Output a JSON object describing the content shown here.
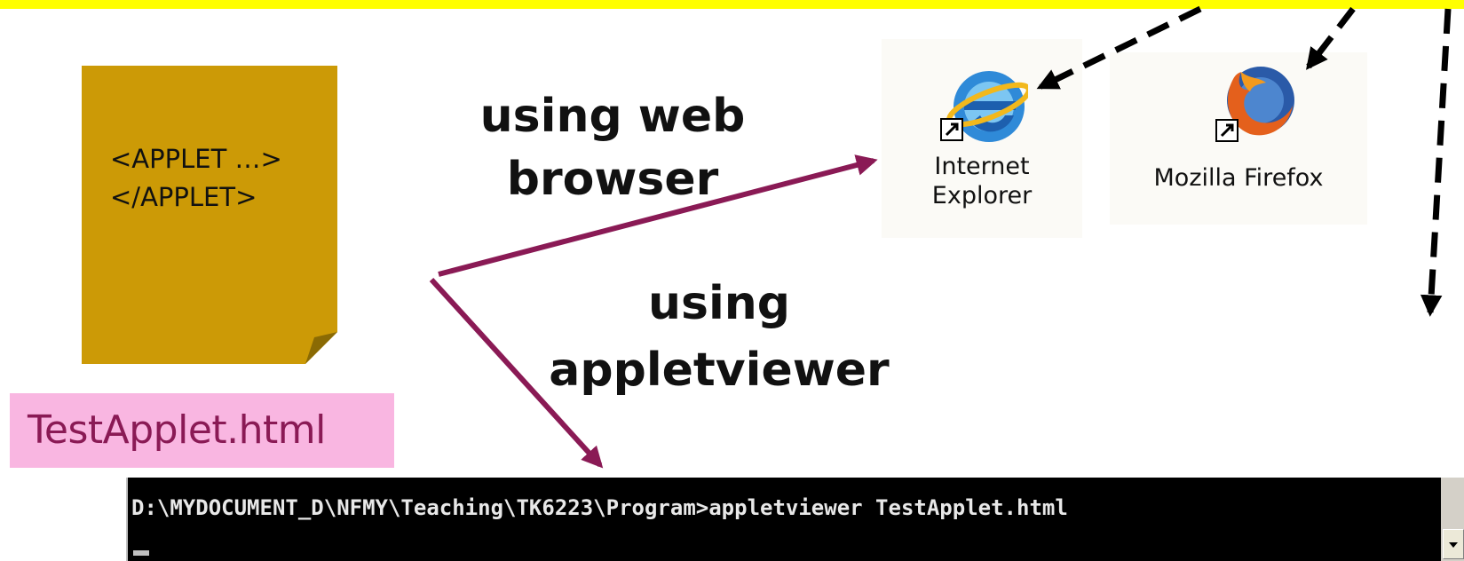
{
  "note": {
    "line1": "<APPLET …>",
    "line2": "</APPLET>",
    "color": "#cc9a06"
  },
  "file_label": {
    "text": "TestApplet.html",
    "background": "#f9b6e1",
    "color": "#8a1a55"
  },
  "labels": {
    "web_line1": "using web",
    "web_line2": "browser",
    "appletviewer_line1": "using",
    "appletviewer_line2": "appletviewer"
  },
  "browsers": [
    {
      "caption_line1": "Internet",
      "caption_line2": "Explorer",
      "icon": "internet-explorer-icon"
    },
    {
      "caption": "Mozilla Firefox",
      "icon": "mozilla-firefox-icon"
    }
  ],
  "console": {
    "command_line": "D:\\MYDOCUMENT_D\\NFMY\\Teaching\\TK6223\\Program>appletviewer TestApplet.html"
  },
  "colors": {
    "top_bar": "#ffff00",
    "arrow": "#8a1a55",
    "dashed_arrow": "#000000"
  }
}
